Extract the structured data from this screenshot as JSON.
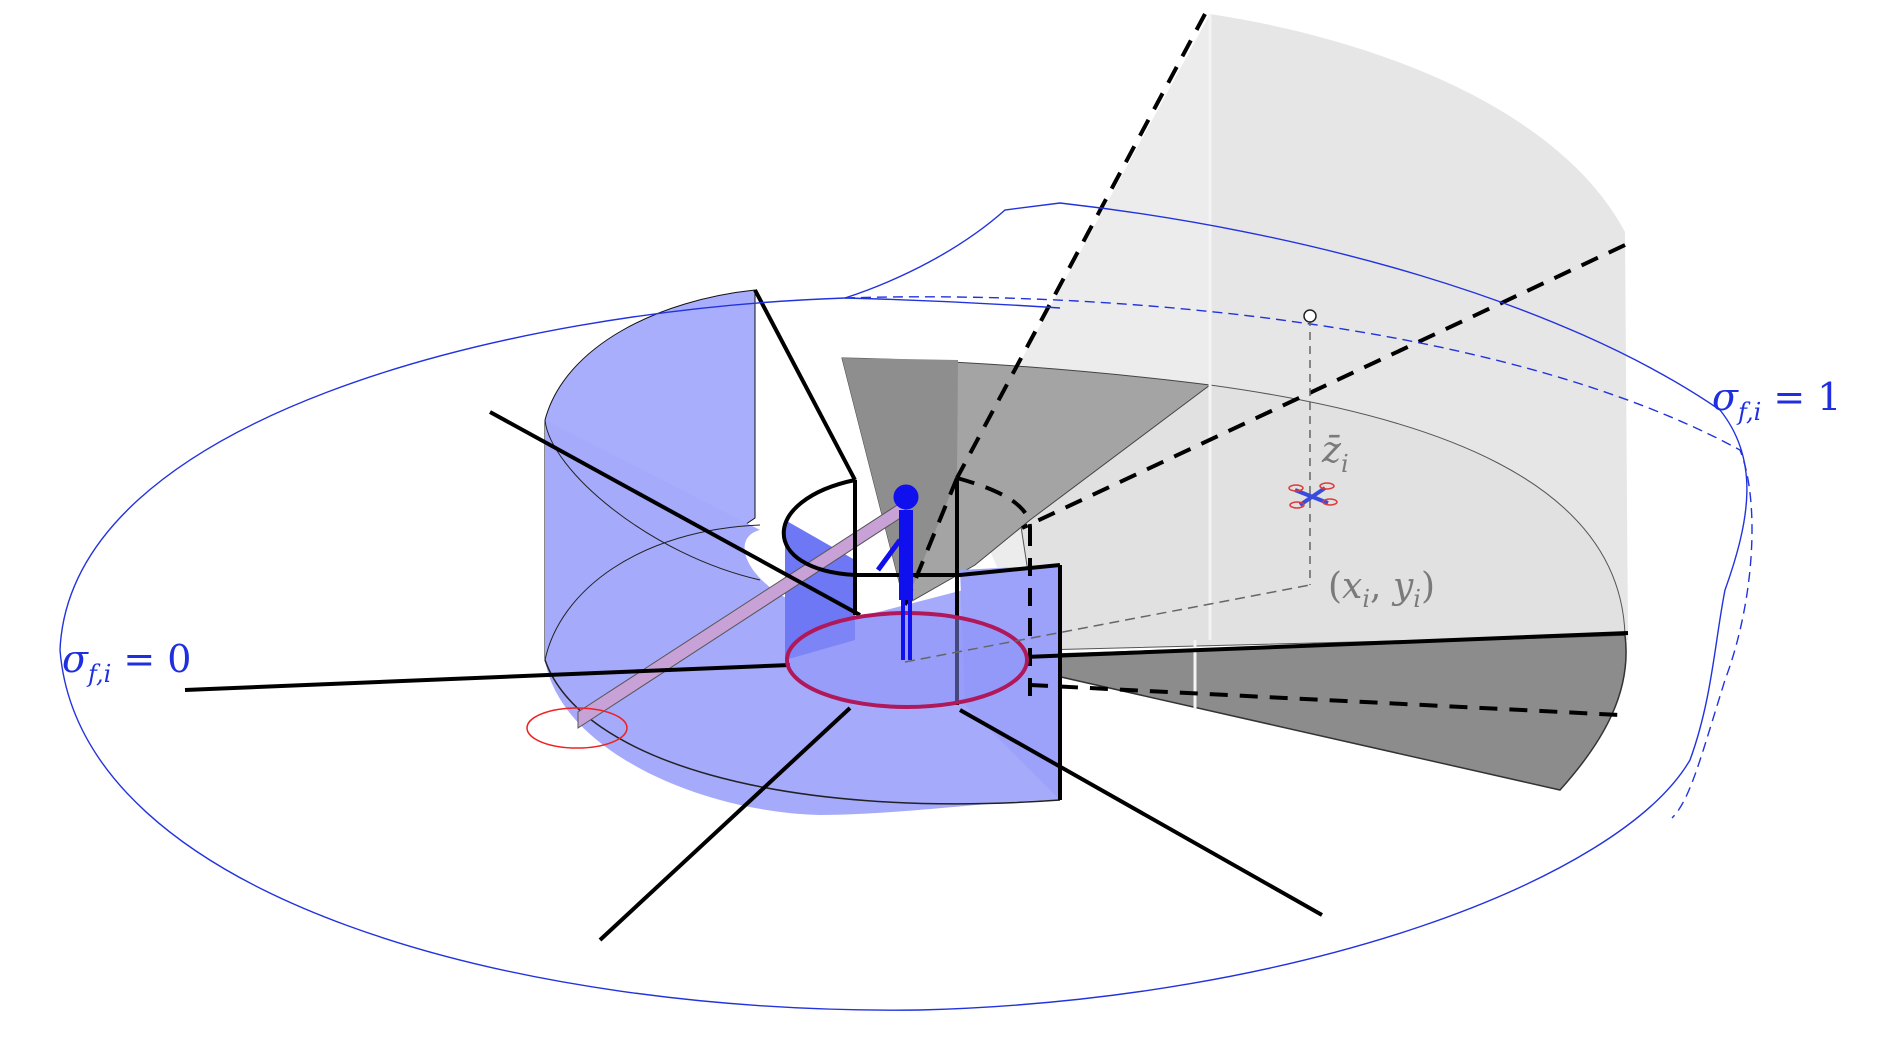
{
  "labels": {
    "sigma_outer": {
      "symbol": "σ",
      "sub": "f,i",
      "rhs": " = 1"
    },
    "sigma_inner": {
      "symbol": "σ",
      "sub": "f,i",
      "rhs": " = 0"
    },
    "zbar": {
      "symbol": "z̄",
      "sub": "i"
    },
    "position": {
      "open": "(",
      "x": "x",
      "xsub": "i",
      "sep": ", ",
      "y": "y",
      "ysub": "i",
      "close": ")"
    }
  },
  "colors": {
    "sigma_boundary": "#2233dd",
    "inner_cylinder": "#7f86f7",
    "safety_ring": "#b0185a",
    "person": "#1010ee",
    "cone_light": "#dcdcdc",
    "cone_dark": "#8a8a8a",
    "laser_beam": "#c9a0d0",
    "ground_marker": "#ee2222",
    "drone_body": "#3a4bdc",
    "drone_rotor": "#e03a3a"
  },
  "icons": {
    "person": "standing-person-icon",
    "drone": "quadrotor-drone-icon",
    "target_point": "open-circle-icon"
  }
}
